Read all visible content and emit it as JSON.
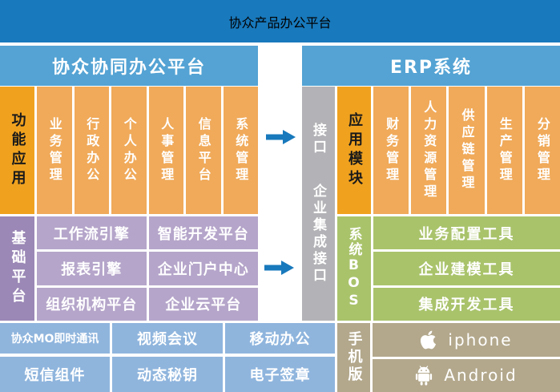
{
  "banner": {
    "title": "协众产品办公平台"
  },
  "headers": {
    "left": "协众协同办公平台",
    "right": "ERP系统"
  },
  "function_apps": {
    "label": "功能应用",
    "items": [
      "业务管理",
      "行政办公",
      "个人办公",
      "人事管理",
      "信息平台",
      "系统管理"
    ]
  },
  "integration_interface": {
    "line1": "接口",
    "line2": "企业集成接口"
  },
  "erp_modules": {
    "label": "应用模块",
    "items": [
      "财务管理",
      "人力资源管理",
      "供应链管理",
      "生产管理",
      "分销管理"
    ]
  },
  "base_platform": {
    "label": "基础平台",
    "rows": [
      [
        "工作流引擎",
        "智能开发平台"
      ],
      [
        "报表引擎",
        "企业门户中心"
      ],
      [
        "组织机构平台",
        "企业云平台"
      ]
    ]
  },
  "system_bos": {
    "label": "系统BOS",
    "tools": [
      "业务配置工具",
      "企业建模工具",
      "集成开发工具"
    ]
  },
  "communication": {
    "rows": [
      [
        "协众MO即时通讯",
        "视频会议",
        "移动办公"
      ],
      [
        "短信组件",
        "动态秘钥",
        "电子签章"
      ]
    ]
  },
  "mobile": {
    "label": "手机版",
    "platforms": [
      {
        "icon": "apple-icon",
        "label": "iphone"
      },
      {
        "icon": "android-icon",
        "label": "Android"
      }
    ]
  },
  "icons": [
    "apple-icon",
    "android-icon",
    "arrow-right-icon"
  ],
  "colors": {
    "banner_blue": "#1879bc",
    "header_blue": "#54a3d4",
    "orange_dark": "#f0a21f",
    "orange_light": "#f0aa5a",
    "interface_gray": "#b3b2b6",
    "purple_dark": "#9b88b6",
    "purple_light": "#b5a5ca",
    "green": "#a9c36b",
    "light_blue": "#8fb5dd",
    "tan": "#b3a88c",
    "arrow_blue": "#1879bc",
    "label_text": "#1a1a1a",
    "text_white": "#ffffff"
  }
}
